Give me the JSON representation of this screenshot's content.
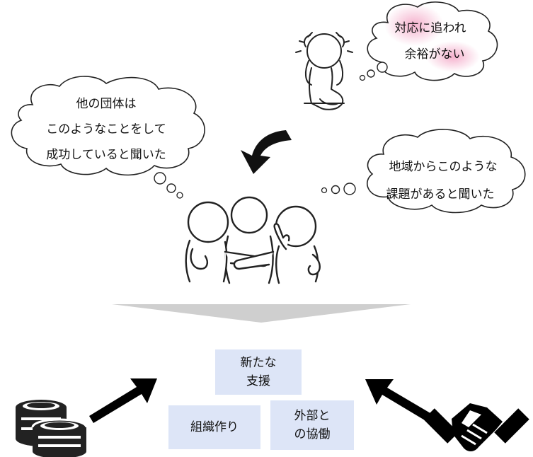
{
  "bubbles": {
    "worried": {
      "line1": "対応に追われ",
      "line2": "余裕がない"
    },
    "others": {
      "line1": "他の団体は",
      "line2": "このようなことをして",
      "line3": "成功していると聞いた"
    },
    "region": {
      "line1": "地域からこのような",
      "line2": "課題があると聞いた"
    }
  },
  "outcomes": {
    "new_support": {
      "line1": "新たな",
      "line2": "支援"
    },
    "organization": {
      "line1": "組織作り"
    },
    "partnership": {
      "line1": "外部と",
      "line2": "の協働"
    }
  },
  "icons": [
    "worried-person-icon",
    "group-people-icon",
    "coins-icon",
    "handshake-icon",
    "arrow-icon"
  ],
  "colors": {
    "box_fill": "#dde5f7",
    "highlight": "#f3a3c4",
    "funnel": "#cfcfcf",
    "arrow": "#000000"
  }
}
